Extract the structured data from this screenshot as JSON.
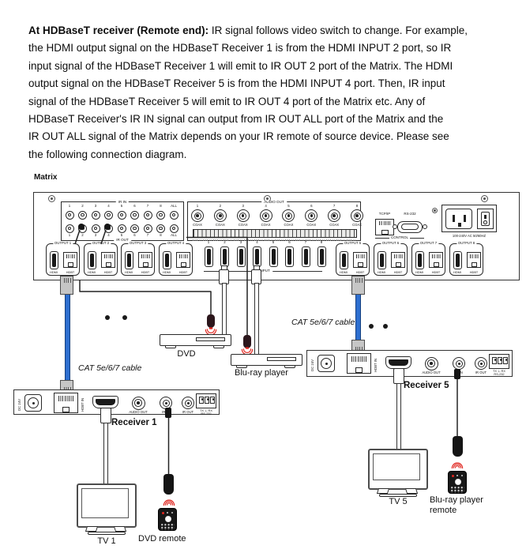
{
  "paragraph": {
    "bold": "At HDBaseT receiver (Remote end):",
    "line1_rest": " IR signal follows video switch to change. For example,",
    "lines": [
      "the HDMI output signal on the HDBaseT Receiver 1 is from the HDMI INPUT 2 port, so IR",
      "input signal of the HDBaseT Receiver 1 will emit to IR OUT 2 port of the Matrix. The HDMI",
      "output signal on the HDBaseT Receiver 5 is from the HDMI INPUT 4 port. Then, IR input",
      "signal of the HDBaseT Receiver 5 will emit to IR OUT 4 port of the Matrix etc. Any of",
      "HDBaseT Receiver's IR IN signal can output from IR OUT ALL port of the Matrix and the",
      "IR OUT ALL signal of the Matrix depends on your IR remote of source device. Please see",
      "the following connection diagram."
    ]
  },
  "matrix": {
    "label": "Matrix",
    "ir": {
      "in_title": "IR IN",
      "out_title": "IR OUT",
      "ports": [
        "1",
        "2",
        "3",
        "4",
        "5",
        "6",
        "7",
        "8",
        "ALL"
      ]
    },
    "audio": {
      "title": "AUDIO OUT",
      "ports": [
        "1",
        "2",
        "3",
        "4",
        "5",
        "6",
        "7",
        "8"
      ],
      "coax": "COAX"
    },
    "control": {
      "tcpip": "TCP/IP",
      "rs232": "RS-232",
      "label": "CONTROL"
    },
    "power": {
      "rating": "100-240V AC 50/60HZ"
    },
    "outputs_left": [
      "OUTPUT 1",
      "OUTPUT 2",
      "OUTPUT 3",
      "OUTPUT 4"
    ],
    "outputs_right": [
      "OUTPUT 5",
      "OUTPUT 6",
      "OUTPUT 7",
      "OUTPUT 8"
    ],
    "port_labels": {
      "hdmi": "HDMI",
      "hdbt": "HDBT"
    },
    "inputs": {
      "title": "INPUT",
      "ports": [
        "1",
        "2",
        "3",
        "4",
        "5",
        "6",
        "7",
        "8"
      ]
    }
  },
  "cables": {
    "cat_left": "CAT 5e/6/7 cable",
    "cat_right": "CAT 5e/6/7 cable"
  },
  "receiver_panel": {
    "dc": "DC 24V",
    "hdbt_in": "HDBT IN",
    "out": "OUT",
    "audio_out": "AUDIO OUT",
    "ir_in": "IR IN",
    "ir_out": "IR OUT",
    "tx_rx": "TX ⊥ RX",
    "rs232": "RS-232"
  },
  "receivers": {
    "r1": "Receiver 1",
    "r5": "Receiver 5"
  },
  "devices": {
    "dvd": "DVD",
    "bluray": "Blu-ray player",
    "tv1": "TV 1",
    "tv5": "TV 5",
    "dvd_remote": "DVD remote",
    "bluray_remote": [
      "Blu-ray player",
      "remote"
    ]
  },
  "colors": {
    "cable_blue": "#2e6fd0",
    "ir_red": "#e0261f",
    "line": "#222222"
  }
}
